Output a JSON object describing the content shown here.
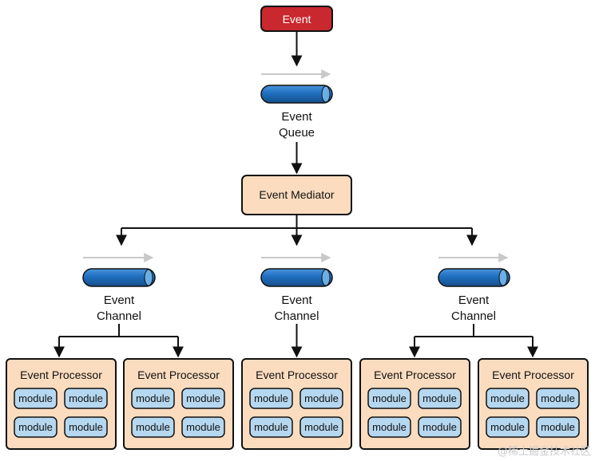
{
  "event": {
    "label": "Event"
  },
  "event_queue": {
    "label_line1": "Event",
    "label_line2": "Queue"
  },
  "mediator": {
    "label": "Event Mediator"
  },
  "channels": [
    {
      "label_line1": "Event",
      "label_line2": "Channel"
    },
    {
      "label_line1": "Event",
      "label_line2": "Channel"
    },
    {
      "label_line1": "Event",
      "label_line2": "Channel"
    }
  ],
  "processors": [
    {
      "label": "Event Processor",
      "modules": [
        "module",
        "module",
        "module",
        "module"
      ]
    },
    {
      "label": "Event Processor",
      "modules": [
        "module",
        "module",
        "module",
        "module"
      ]
    },
    {
      "label": "Event Processor",
      "modules": [
        "module",
        "module",
        "module",
        "module"
      ]
    },
    {
      "label": "Event Processor",
      "modules": [
        "module",
        "module",
        "module",
        "module"
      ]
    },
    {
      "label": "Event Processor",
      "modules": [
        "module",
        "module",
        "module",
        "module"
      ]
    }
  ],
  "watermark": "@稀土掘金技术社区",
  "colors": {
    "event_fill": "#c8282e",
    "mediator_fill": "#fbdcbf",
    "processor_fill": "#fbdcbf",
    "module_fill": "#b5d7ef",
    "pipe_fill": "#1f6fbf",
    "flow_arrow": "#c8c8c8"
  }
}
